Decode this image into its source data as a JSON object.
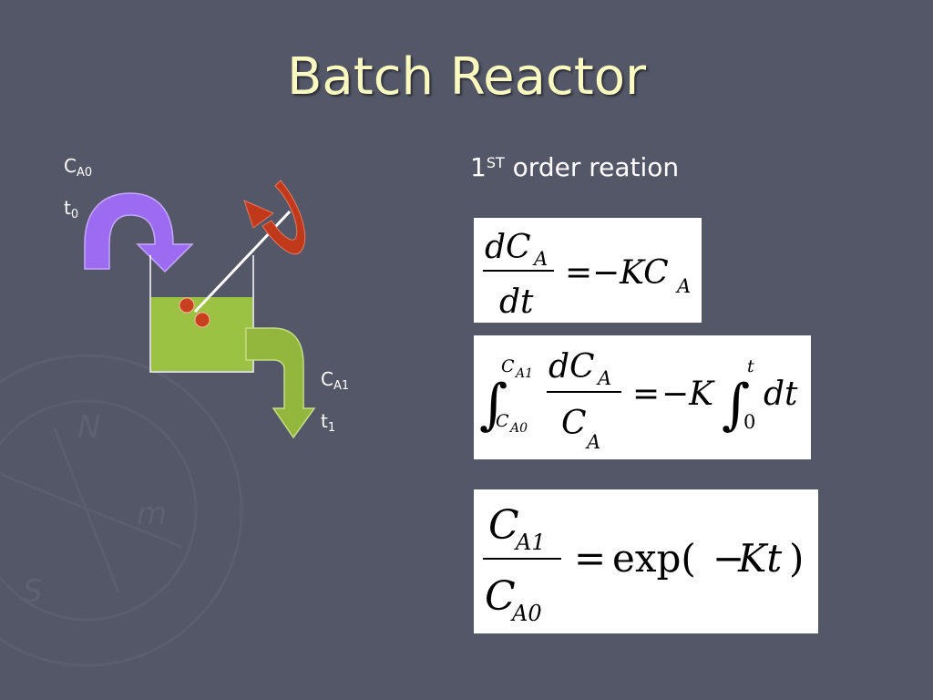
{
  "slide": {
    "title": "Batch Reactor",
    "background": "#545767",
    "title_color": "#fafac0"
  },
  "diagram": {
    "inlet": {
      "c_main": "C",
      "c_sub": "A0",
      "t_main": "t",
      "t_sub": "0"
    },
    "outlet": {
      "c_main": "C",
      "c_sub": "A1",
      "t_main": "t",
      "t_sub": "1"
    },
    "colors": {
      "inlet_arrow": "#9b6bf0",
      "outlet_arrow": "#93b63c",
      "liquid": "#9bc242",
      "stirrer_arrow": "#c0391a",
      "particle": "#c8411e"
    }
  },
  "heading": {
    "number": "1",
    "superscript": "ST",
    "text": "order reation"
  },
  "equations": {
    "eq1": {
      "numerator": "dC",
      "num_sub": "A",
      "denominator": "dt",
      "equals": "=",
      "rhs": "−KC",
      "rhs_sub": "A"
    },
    "eq2": {
      "upper_limit": "C",
      "upper_limit_sub": "A1",
      "lower_limit": "C",
      "lower_limit_sub": "A0",
      "numerator": "dC",
      "num_sub": "A",
      "denominator": "C",
      "den_sub": "A",
      "equals": "=",
      "minus_k": "−K",
      "upper_limit2": "t",
      "lower_limit2": "0",
      "dt": "dt"
    },
    "eq3": {
      "numerator": "C",
      "num_sub": "A1",
      "denominator": "C",
      "den_sub": "A0",
      "equals": "=",
      "exp": "exp(",
      "minus": "−",
      "kt": "Kt",
      "close": ")"
    }
  }
}
